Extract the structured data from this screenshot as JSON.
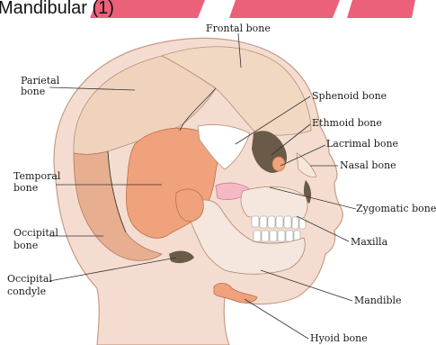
{
  "heading": "Mandibular (1)",
  "labels": {
    "frontal": "Frontal bone",
    "parietal_1": "Parietal",
    "parietal_2": "bone",
    "sphenoid": "Sphenoid bone",
    "ethmoid": "Ethmoid bone",
    "lacrimal": "Lacrimal bone",
    "nasal": "Nasal bone",
    "temporal_1": "Temporal",
    "temporal_2": "bone",
    "zygomatic": "Zygomatic bone",
    "occipital_1": "Occipital",
    "occipital_2": "bone",
    "maxilla": "Maxilla",
    "condyle_1": "Occipital",
    "condyle_2": "condyle",
    "mandible": "Mandible",
    "hyoid": "Hyoid bone"
  },
  "colors": {
    "watermark_red": "#e8506a",
    "skin": "#f4ddd0",
    "skin_outline": "#c99a85",
    "frontal": "#f1d8c2",
    "parietal": "#f0d3bd",
    "temporal": "#f0a27c",
    "occipital": "#e7ae90",
    "sphenoid_orbit": "#6a5a48",
    "white_bone": "#ffffff",
    "mandible": "#f6e7de",
    "hyoid": "#f0a27c",
    "zygomatic_pink": "#f6b9c4",
    "leader_line": "#333333"
  }
}
